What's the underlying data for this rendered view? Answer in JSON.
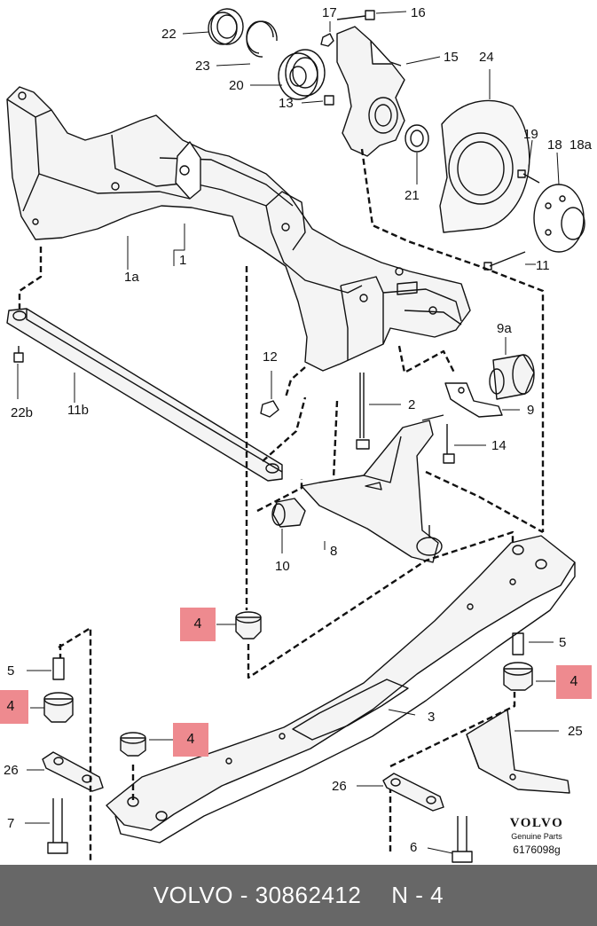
{
  "callouts": {
    "c22": "22",
    "c23": "23",
    "c20": "20",
    "c17": "17",
    "c16": "16",
    "c13": "13",
    "c15": "15",
    "c24": "24",
    "c19": "19",
    "c18": "18",
    "c18a": "18a",
    "c21": "21",
    "c11": "11",
    "c1a": "1a",
    "c1": "1",
    "c12": "12",
    "c2": "2",
    "c9a": "9a",
    "c9": "9",
    "c14": "14",
    "c22b": "22b",
    "c11b": "11b",
    "c10": "10",
    "c8": "8",
    "c4a": "4",
    "c4b": "4",
    "c4c": "4",
    "c4d": "4",
    "c5a": "5",
    "c5b": "5",
    "c3": "3",
    "c25": "25",
    "c26a": "26",
    "c26b": "26",
    "c7": "7",
    "c6": "6"
  },
  "highlight_color": "#ee8a8f",
  "brand": {
    "logo": "VOLVO",
    "subtitle": "Genuine Parts",
    "code": "6176098g"
  },
  "footer": {
    "part_text": "VOLVO - 30862412",
    "page_text": "N - 4"
  }
}
